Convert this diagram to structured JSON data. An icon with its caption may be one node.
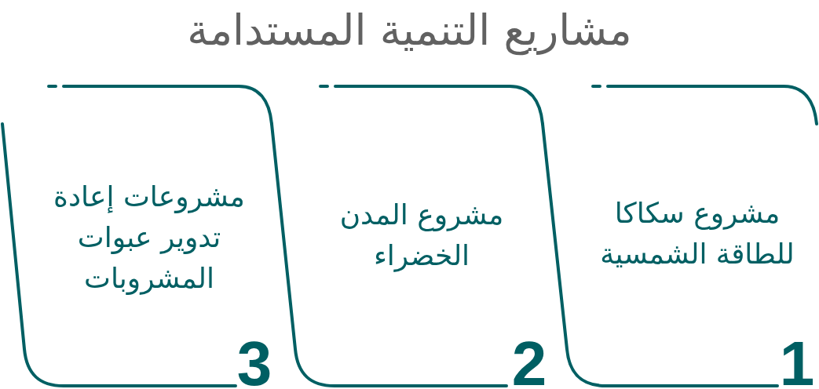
{
  "diagram": {
    "title": "مشاريع التنمية المستدامة",
    "nodes": [
      {
        "text": [
          "مشروع سكاكا للطاقة الشمسية",
          "1"
        ]
      },
      {
        "text": [
          "مشروع المدن الخضراء",
          "2"
        ]
      },
      {
        "text": [
          "مشروعات إعادة تدوير عبوات المشروبات",
          "3"
        ]
      }
    ]
  }
}
